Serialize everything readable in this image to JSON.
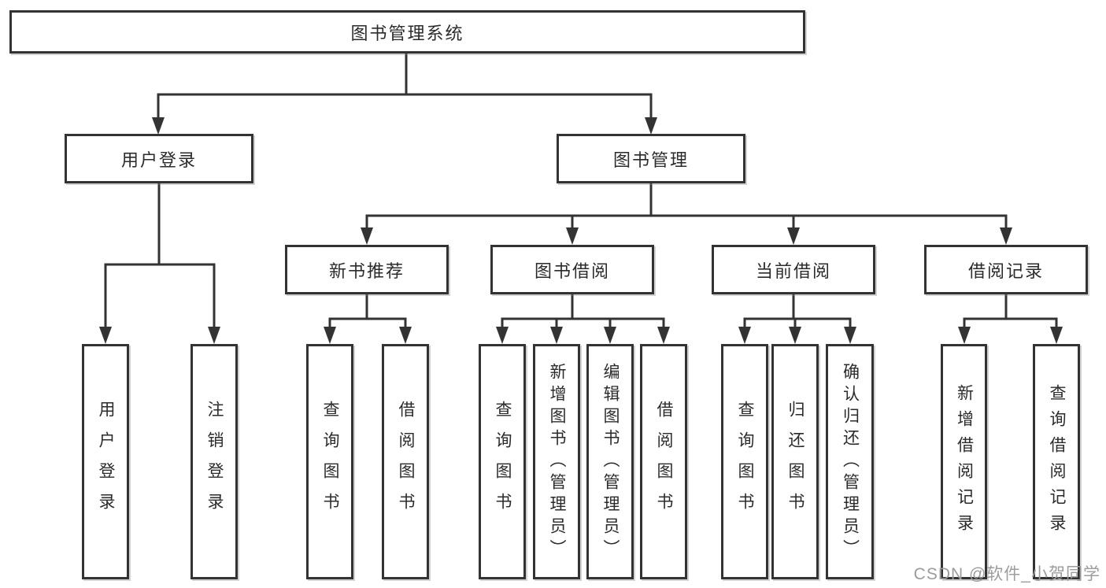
{
  "diagram": {
    "root": {
      "label": "图书管理系统"
    },
    "level1": [
      {
        "label": "用户登录"
      },
      {
        "label": "图书管理"
      }
    ],
    "level2": [
      {
        "label": "新书推荐"
      },
      {
        "label": "图书借阅"
      },
      {
        "label": "当前借阅"
      },
      {
        "label": "借阅记录"
      }
    ],
    "leaves": {
      "user_login": [
        "用户登录",
        "注销登录"
      ],
      "new_books": [
        "查询图书",
        "借阅图书"
      ],
      "book_borrow": [
        "查询图书",
        "新增图书（管理员）",
        "编辑图书（管理员）",
        "借阅图书"
      ],
      "current_borrow": [
        "查询图书",
        "归还图书",
        "确认归还（管理员）"
      ],
      "borrow_records": [
        "新增借阅记录",
        "查询借阅记录"
      ]
    },
    "watermark": "CSDN @软件_小贺同学",
    "colors": {
      "line": "#333333",
      "text": "#2b2b2b",
      "watermark": "#9c9c9c",
      "background": "#ffffff"
    }
  }
}
